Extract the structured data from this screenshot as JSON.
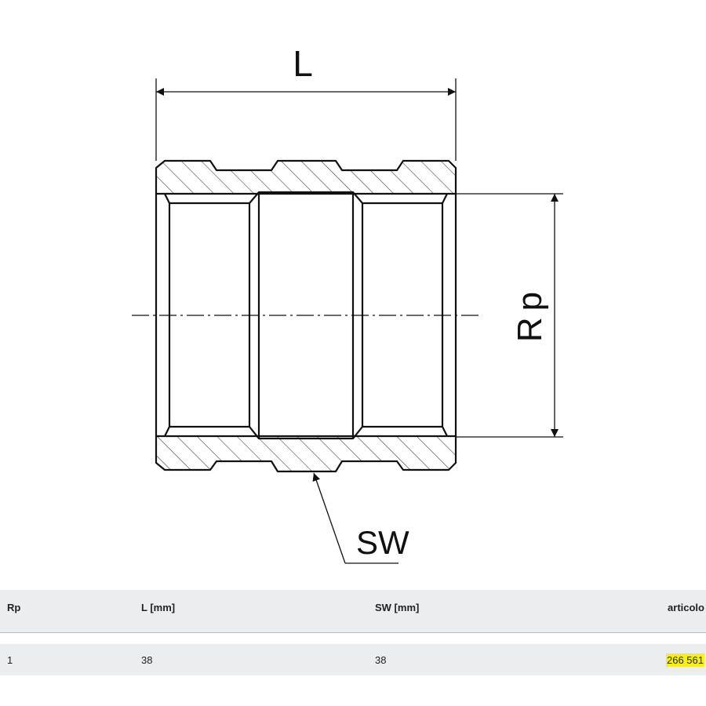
{
  "drawing": {
    "labels": {
      "length": "L",
      "thread": "Rp",
      "wrench": "SW"
    }
  },
  "table": {
    "headers": {
      "rp": "Rp",
      "l": "L [mm]",
      "sw": "SW [mm]",
      "articolo": "articolo"
    },
    "rows": [
      {
        "rp": "1",
        "l": "38",
        "sw": "38",
        "articolo": "266 561"
      }
    ],
    "highlight_color": "#fff200"
  },
  "colors": {
    "line": "#111111",
    "table_bg": "#ebedee"
  }
}
